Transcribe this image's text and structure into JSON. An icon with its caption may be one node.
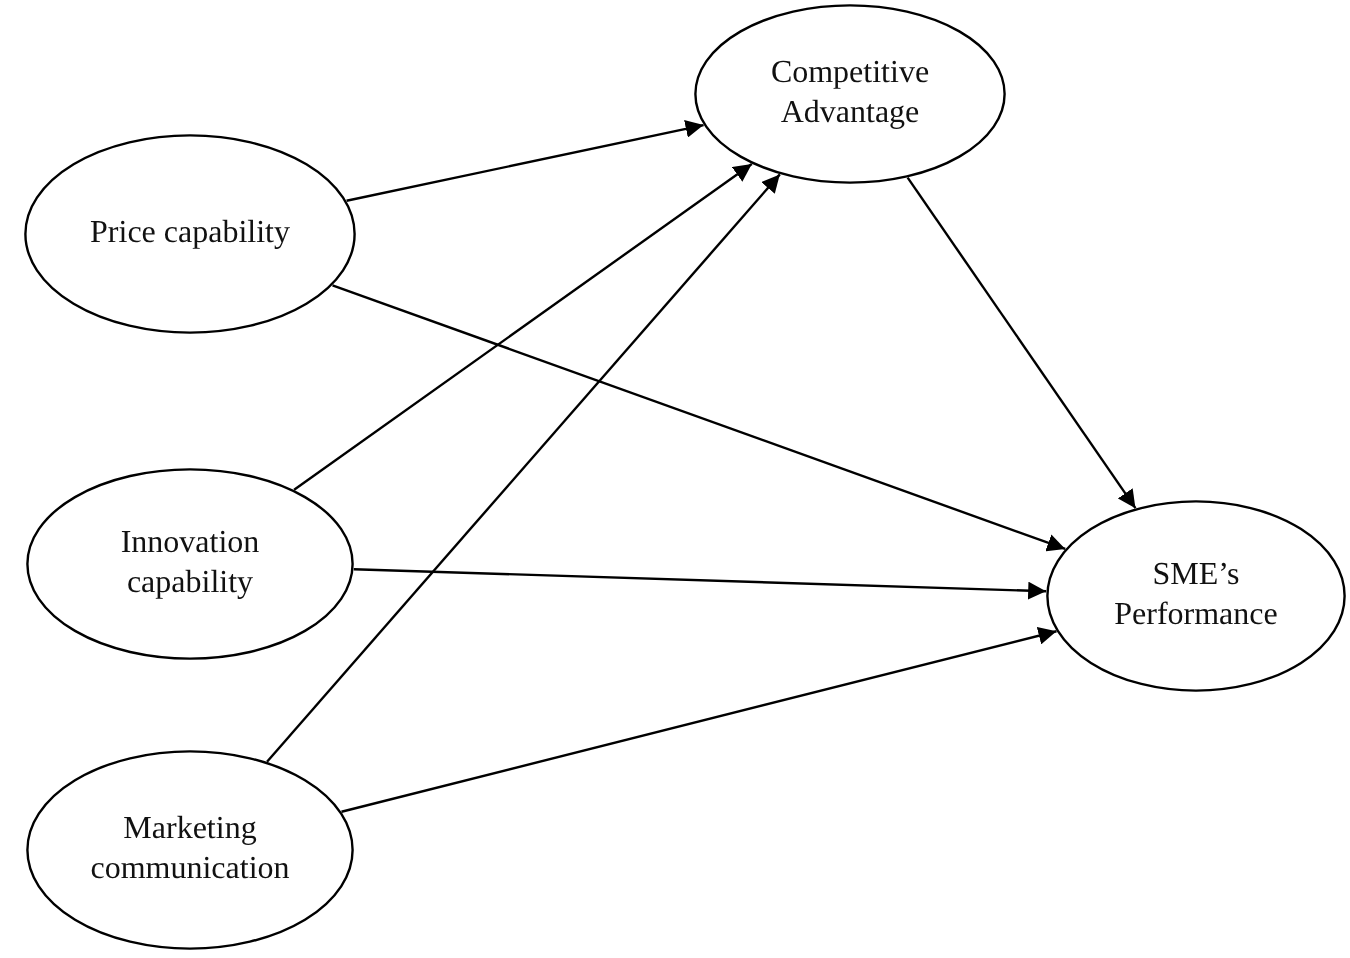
{
  "diagram": {
    "nodes": [
      {
        "text": [
          "Price capability"
        ]
      },
      {
        "text": [
          "Innovation capability"
        ]
      },
      {
        "text": [
          "Marketing communication"
        ]
      },
      {
        "text": [
          "Competitive Advantage"
        ]
      },
      {
        "text": [
          "SME’s Performance"
        ]
      }
    ],
    "edges": [
      {
        "from": 0,
        "to": 3,
        "arrow": "to"
      },
      {
        "from": 0,
        "to": 4,
        "arrow": "to"
      },
      {
        "from": 1,
        "to": 3,
        "arrow": "to"
      },
      {
        "from": 1,
        "to": 4,
        "arrow": "to"
      },
      {
        "from": 2,
        "to": 3,
        "arrow": "to"
      },
      {
        "from": 2,
        "to": 4,
        "arrow": "to"
      },
      {
        "from": 3,
        "to": 4,
        "arrow": "to"
      }
    ]
  }
}
